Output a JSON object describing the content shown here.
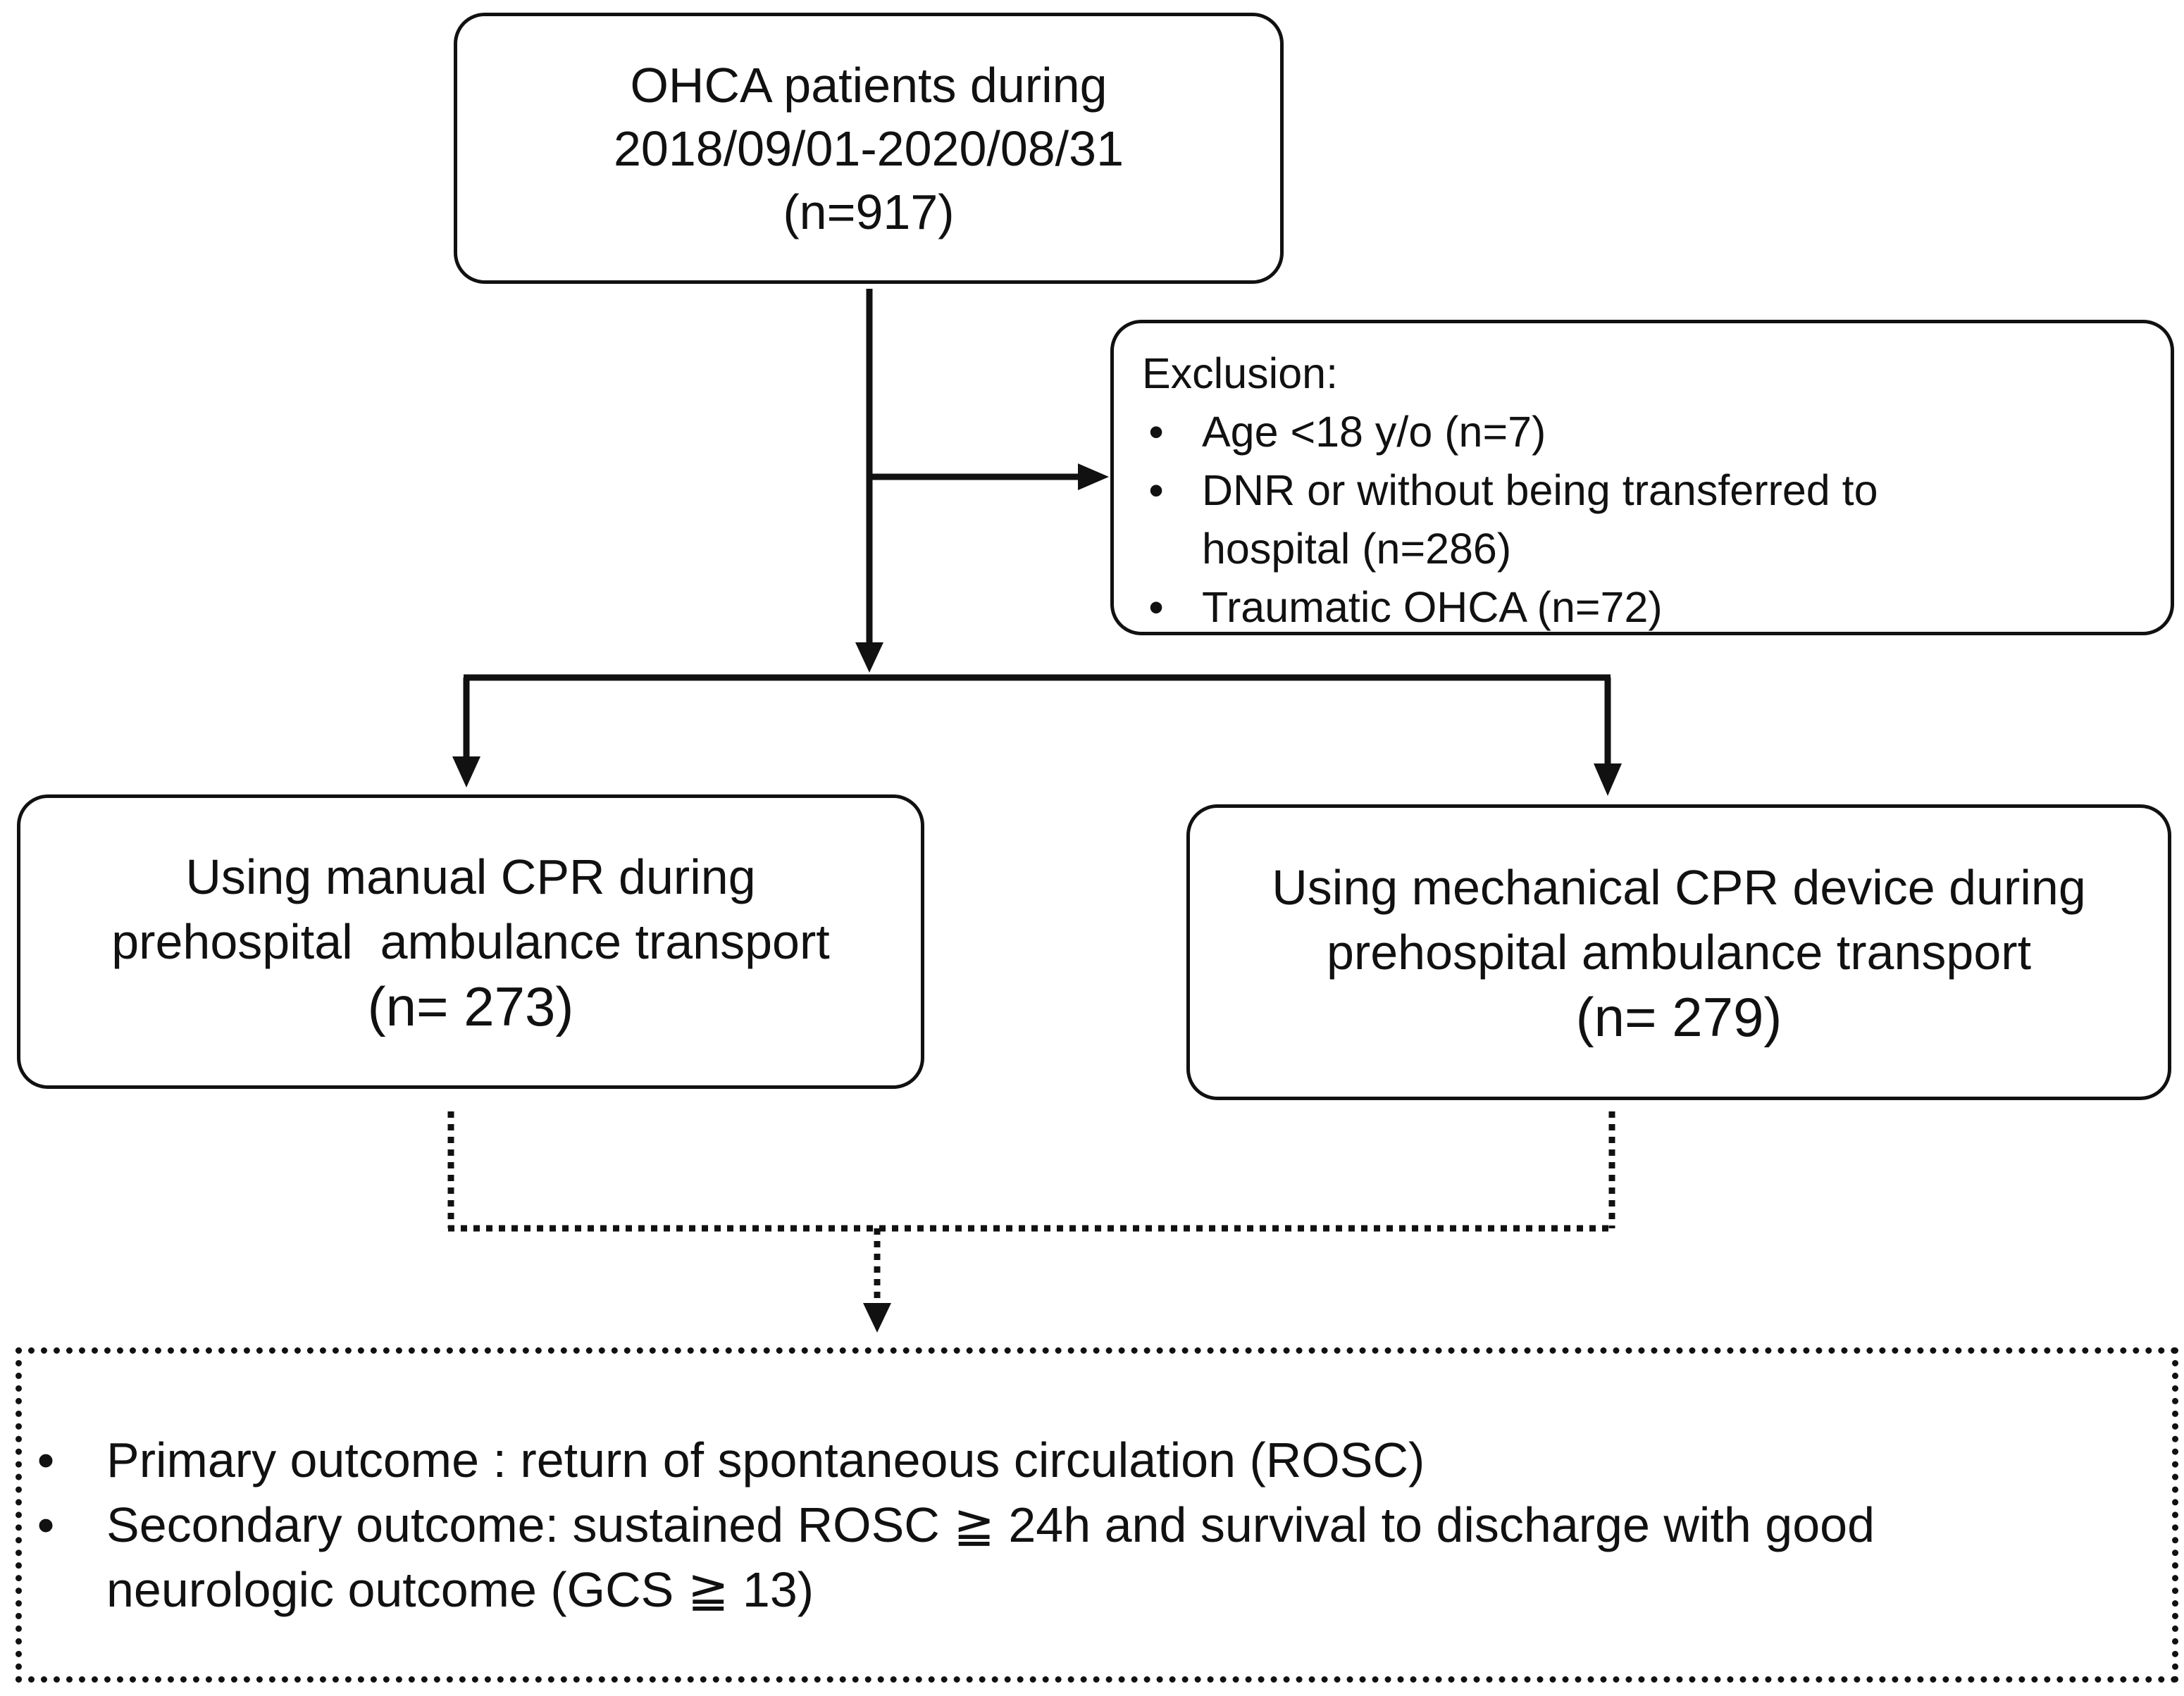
{
  "top_box": {
    "lines": [
      "OHCA patients during",
      "2018/09/01-2020/08/31",
      "(n=917)"
    ]
  },
  "exclusion_box": {
    "heading": "Exclusion:",
    "bullet_glyph": "•",
    "items": [
      [
        "Age <18 y/o (n=7)"
      ],
      [
        "DNR or without being transferred to",
        "hospital (n=286)"
      ],
      [
        "Traumatic OHCA (n=72)"
      ]
    ]
  },
  "manual_box": {
    "lines": [
      "Using manual CPR during",
      "prehospital  ambulance transport"
    ],
    "count": "(n= 273)"
  },
  "mechanical_box": {
    "lines": [
      "Using mechanical CPR device during",
      "prehospital ambulance transport"
    ],
    "count": "(n= 279)"
  },
  "outcome_box": {
    "bullet_glyph": "•",
    "items": [
      [
        "Primary outcome : return of spontaneous circulation (ROSC)"
      ],
      [
        "Secondary outcome: sustained ROSC ≧ 24h and survival to discharge with good",
        "neurologic outcome (GCS ≧ 13)"
      ]
    ]
  },
  "colors": {
    "ink": "#111111",
    "background": "#ffffff"
  }
}
